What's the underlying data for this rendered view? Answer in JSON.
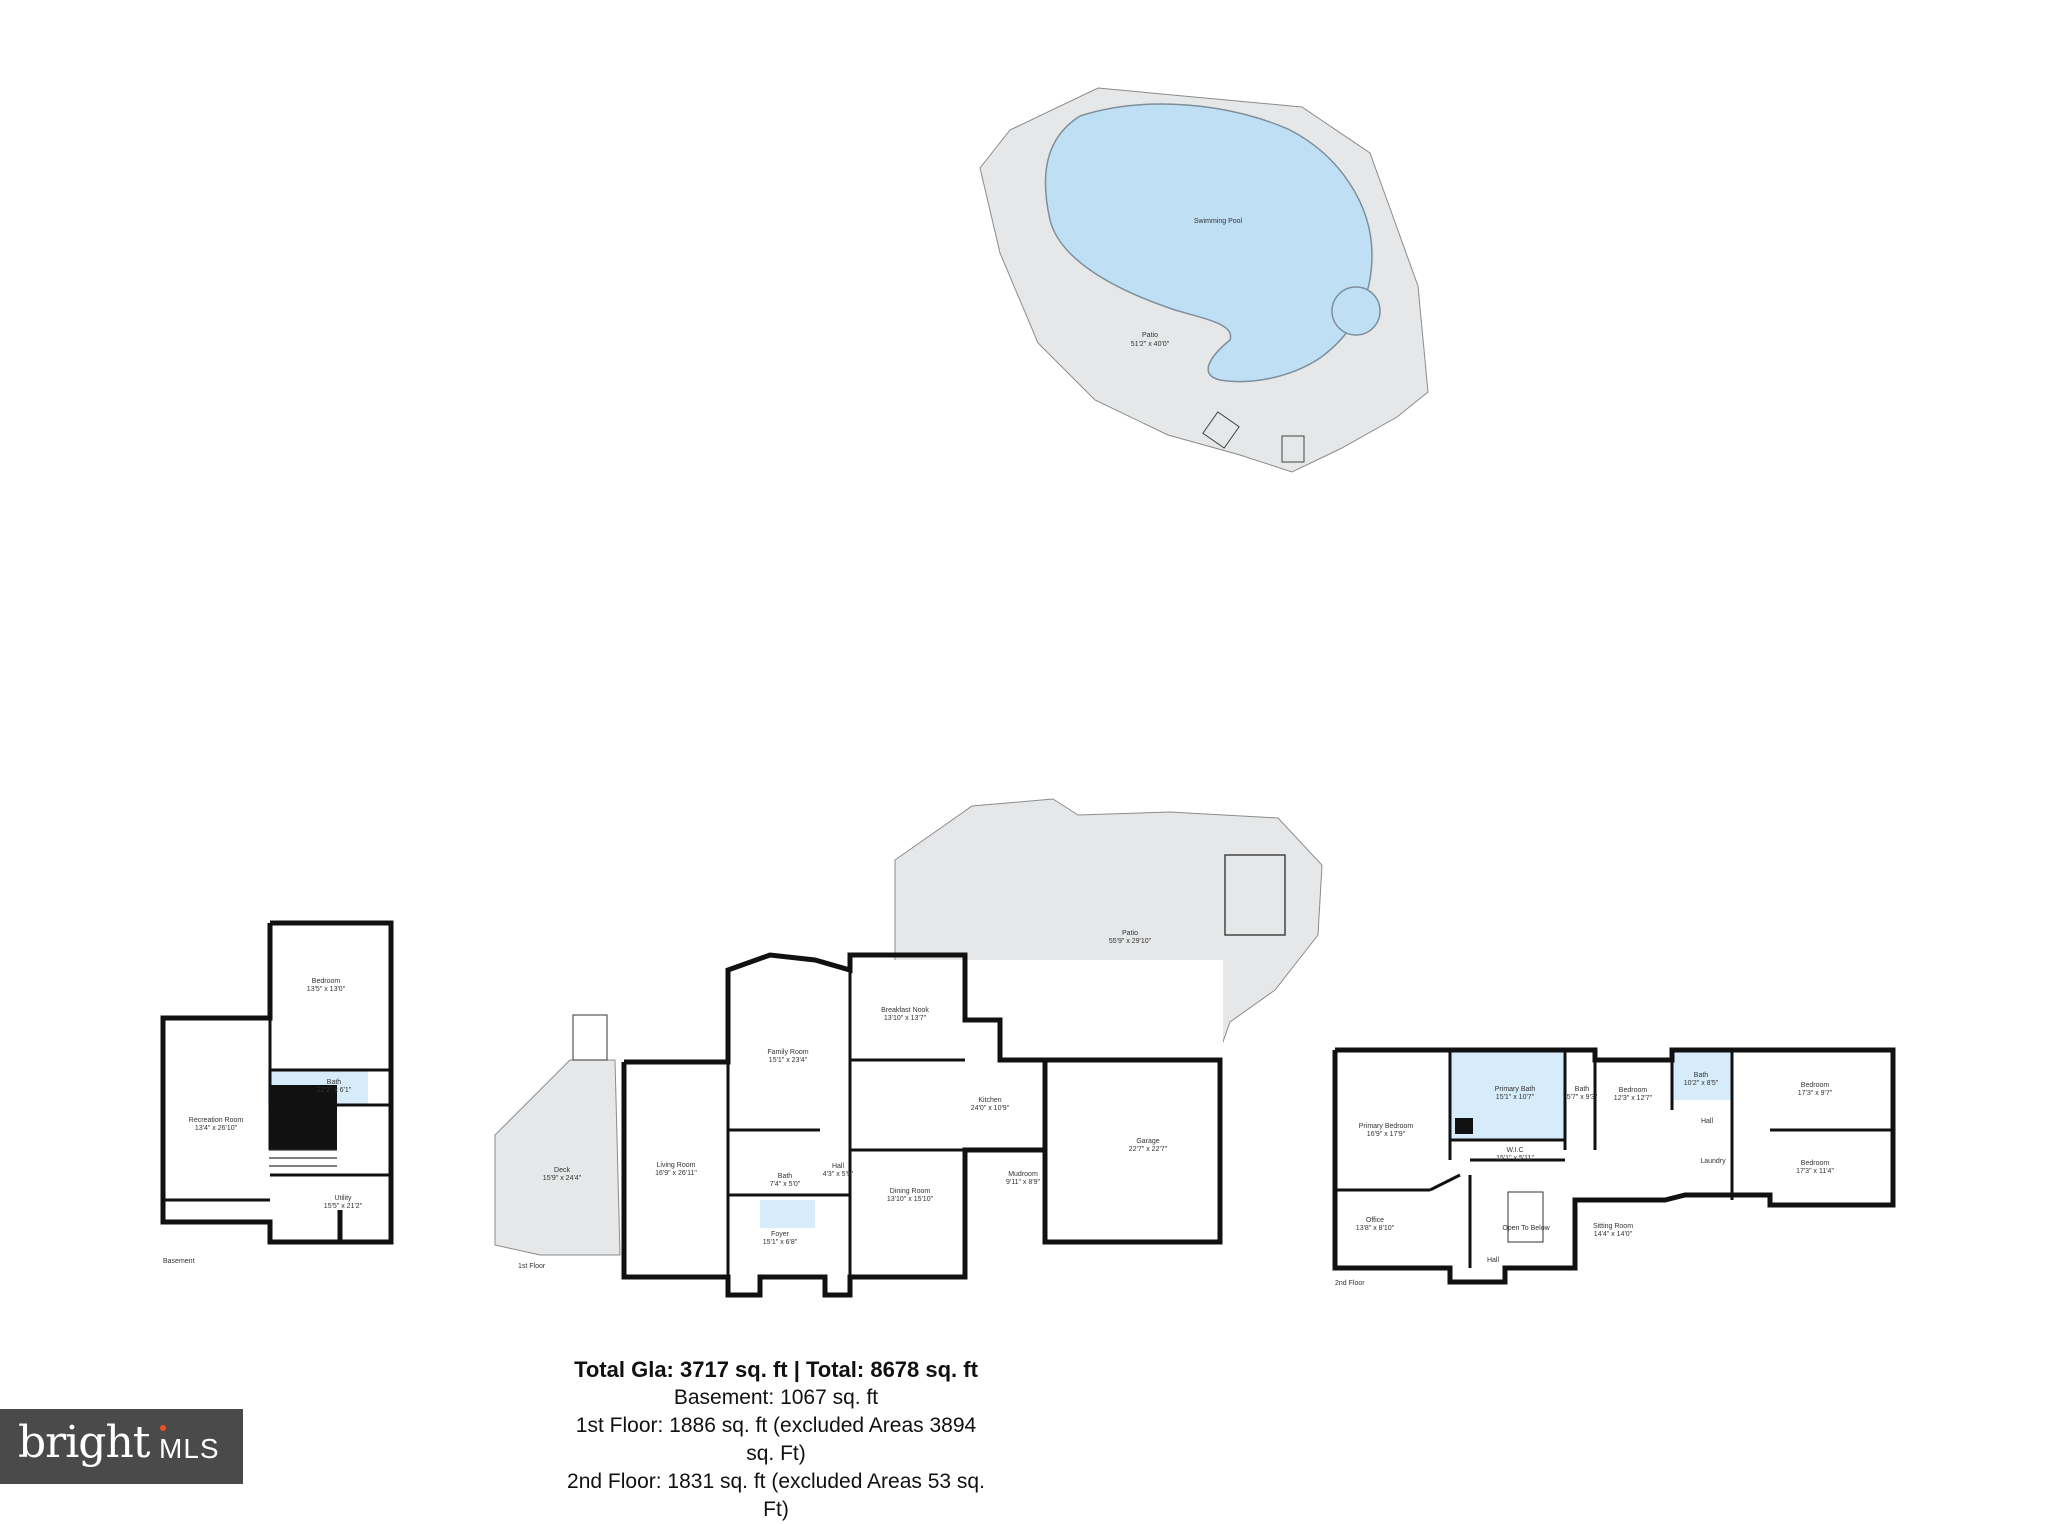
{
  "outdoor": {
    "pool_label": "Swimming Pool",
    "patio_label": "Patio",
    "patio_dims": "51'2\" x 40'0\""
  },
  "basement": {
    "floor_label": "Basement",
    "rooms": [
      {
        "name": "Bedroom",
        "dims": "13'5\" x 13'0\""
      },
      {
        "name": "Bath",
        "dims": "12'2\" x 6'1\""
      },
      {
        "name": "Recreation Room",
        "dims": "13'4\" x 26'10\""
      },
      {
        "name": "Utility",
        "dims": "15'5\" x 21'2\""
      }
    ]
  },
  "first_floor": {
    "floor_label": "1st Floor",
    "rooms": [
      {
        "name": "Deck",
        "dims": "15'9\" x 24'4\""
      },
      {
        "name": "Living Room",
        "dims": "16'9\" x 26'11\""
      },
      {
        "name": "Family Room",
        "dims": "15'1\" x 23'4\""
      },
      {
        "name": "Breakfast Nook",
        "dims": "13'10\" x 13'7\""
      },
      {
        "name": "Kitchen",
        "dims": "24'0\" x 10'9\""
      },
      {
        "name": "Bath",
        "dims": "7'4\" x 5'0\""
      },
      {
        "name": "Hall",
        "dims": "4'3\" x 5'9\""
      },
      {
        "name": "Dining Room",
        "dims": "13'10\" x 15'10\""
      },
      {
        "name": "Mudroom",
        "dims": "9'11\" x 8'9\""
      },
      {
        "name": "Foyer",
        "dims": "15'1\" x 6'8\""
      },
      {
        "name": "Garage",
        "dims": "22'7\" x 22'7\""
      },
      {
        "name": "Patio",
        "dims": "55'9\" x 29'10\""
      }
    ]
  },
  "second_floor": {
    "floor_label": "2nd Floor",
    "rooms": [
      {
        "name": "Primary Bedroom",
        "dims": "16'9\" x 17'9\""
      },
      {
        "name": "Primary Bath",
        "dims": "15'1\" x 10'7\""
      },
      {
        "name": "Bath",
        "dims": "5'7\" x 9'3\""
      },
      {
        "name": "Bedroom",
        "dims": "12'3\" x 12'7\""
      },
      {
        "name": "Bath",
        "dims": "10'2\" x 8'5\""
      },
      {
        "name": "Bedroom",
        "dims": "17'3\" x 9'7\""
      },
      {
        "name": "Bedroom",
        "dims": "17'3\" x 11'4\""
      },
      {
        "name": "W.I.C",
        "dims": "15'1\" x 5'11\""
      },
      {
        "name": "Hall",
        "dims": ""
      },
      {
        "name": "Laundry",
        "dims": ""
      },
      {
        "name": "Office",
        "dims": "13'8\" x 8'10\""
      },
      {
        "name": "Sitting Room",
        "dims": "14'4\" x 14'0\""
      },
      {
        "name": "Open To Below",
        "dims": ""
      },
      {
        "name": "Hall",
        "dims": ""
      }
    ]
  },
  "summary": {
    "total_line": "Total Gla: 3717 sq. ft | Total: 8678 sq. ft",
    "basement_line": "Basement: 1067 sq. ft",
    "first_line": "1st Floor: 1886 sq. ft (excluded Areas 3894 sq. Ft)",
    "second_line": "2nd Floor: 1831 sq. ft (excluded Areas 53 sq. Ft)"
  },
  "logo": {
    "brand": "bright",
    "suffix": "MLS"
  }
}
